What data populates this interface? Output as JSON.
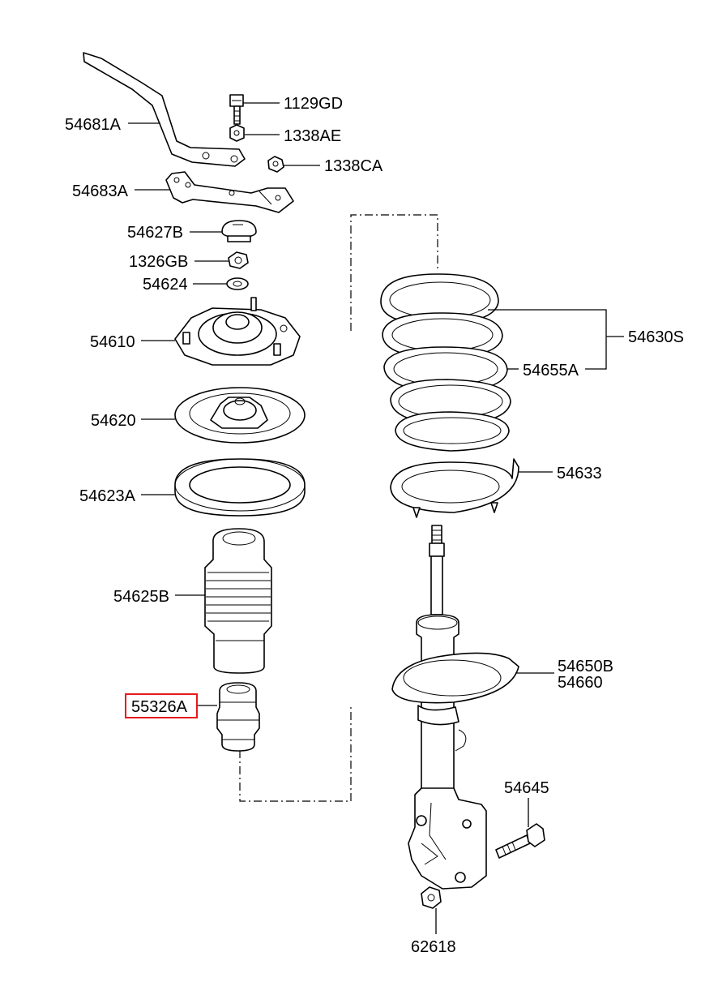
{
  "labels": {
    "l_54681A": "54681A",
    "l_1129GD": "1129GD",
    "l_1338AE": "1338AE",
    "l_1338CA": "1338CA",
    "l_54683A": "54683A",
    "l_54627B": "54627B",
    "l_1326GB": "1326GB",
    "l_54624": "54624",
    "l_54610": "54610",
    "l_54630S": "54630S",
    "l_54655A": "54655A",
    "l_54620": "54620",
    "l_54623A": "54623A",
    "l_54633": "54633",
    "l_54625B": "54625B",
    "l_54650B": "54650B",
    "l_54660": "54660",
    "l_55326A": "55326A",
    "l_54645": "54645",
    "l_62618": "62618"
  },
  "highlight": {
    "part": "55326A",
    "color": "#e8191c"
  }
}
